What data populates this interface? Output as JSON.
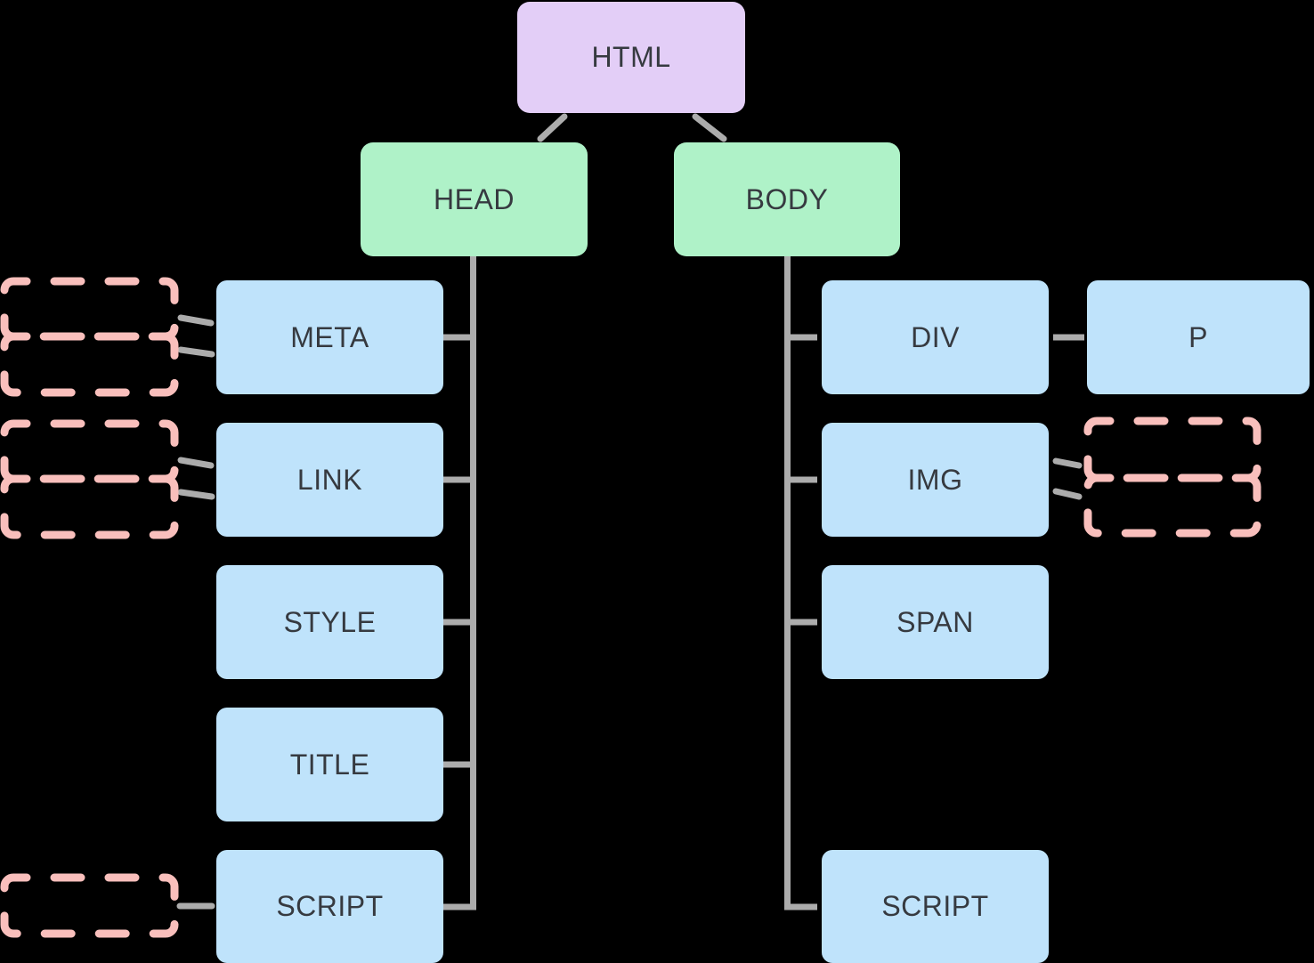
{
  "colors": {
    "background": "#000000",
    "root_fill": "#e3cef7",
    "section_fill": "#aff2c8",
    "element_fill": "#bfe3fb",
    "placeholder_stroke": "#f9bfbc",
    "connector": "#acacac",
    "text": "#363a40"
  },
  "nodes": {
    "html": {
      "label": "HTML"
    },
    "head": {
      "label": "HEAD"
    },
    "body": {
      "label": "BODY"
    },
    "meta": {
      "label": "META"
    },
    "link": {
      "label": "LINK"
    },
    "style": {
      "label": "STYLE"
    },
    "title": {
      "label": "TITLE"
    },
    "head_script": {
      "label": "SCRIPT"
    },
    "div": {
      "label": "DIV"
    },
    "p": {
      "label": "P"
    },
    "img": {
      "label": "IMG"
    },
    "span": {
      "label": "SPAN"
    },
    "body_script": {
      "label": "SCRIPT"
    }
  }
}
